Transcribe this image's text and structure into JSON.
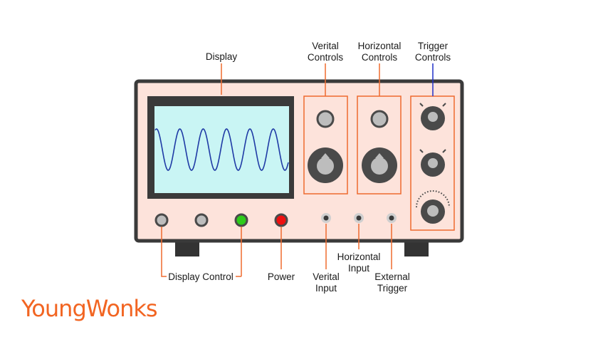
{
  "labels": {
    "display": "Display",
    "vertical_controls": [
      "Verital",
      "Controls"
    ],
    "horizontal_controls": [
      "Horizontal",
      "Controls"
    ],
    "trigger_controls": [
      "Trigger",
      "Controls"
    ],
    "display_control": "Display Control",
    "power": "Power",
    "vertical_input": [
      "Verital",
      "Input"
    ],
    "horizontal_input": [
      "Horizontal",
      "Input"
    ],
    "external_trigger": [
      "External",
      "Trigger"
    ]
  },
  "brand": {
    "text": "YoungWonks",
    "color": "#f26522"
  },
  "colors": {
    "chassis_fill": "#fde3db",
    "chassis_stroke": "#3a3a3a",
    "bezel": "#3a3a3a",
    "screen": "#c9f5f4",
    "waveform": "#1f3aa5",
    "panel_stroke": "#ef6a2e",
    "leader_line": "#ef6a2e",
    "trigger_leader_line": "#2030c8",
    "knob_dark": "#4a4a4a",
    "knob_light": "#bdbdbd",
    "green_button": "#2ecc1a",
    "red_button": "#ef1010",
    "feet": "#333333"
  },
  "icons": {
    "waveform": "sine-wave-icon",
    "small_knob": "round-button-icon",
    "large_knob": "rotary-knob-icon",
    "jack": "input-jack-icon"
  }
}
